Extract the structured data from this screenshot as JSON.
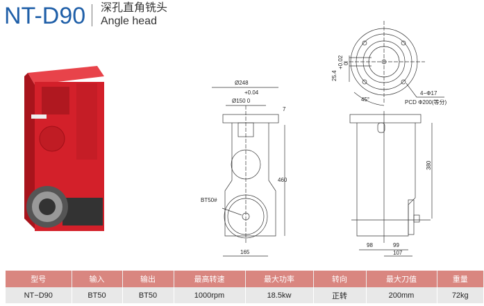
{
  "header": {
    "model": "NT-D90",
    "name_cn": "深孔直角铣头",
    "name_en": "Angle head"
  },
  "drawing": {
    "front": {
      "dia_outer": "Ø248",
      "tol_upper": "+0.04",
      "dia_inner": "Ø150 0",
      "flange_h": "7",
      "height": "460",
      "spindle": "BT50#",
      "width": "165"
    },
    "top": {
      "key_width": "25.4",
      "key_tol_upper": "+0.02",
      "key_tol_lower": "0",
      "holes": "4−Φ17",
      "pcd": "PCD Φ200(等分)",
      "angle": "45°"
    },
    "side": {
      "height": "380",
      "left": "98",
      "right": "99",
      "total": "107"
    }
  },
  "spec": {
    "headers": [
      "型号",
      "输入",
      "输出",
      "最高转速",
      "最大功率",
      "转向",
      "最大刀值",
      "重量"
    ],
    "values": [
      "NT−D90",
      "BT50",
      "BT50",
      "1000rpm",
      "18.5kw",
      "正转",
      "200mm",
      "72kg"
    ]
  },
  "colors": {
    "title": "#1f5fa8",
    "table_header": "#d98680",
    "product": "#d3202a"
  }
}
